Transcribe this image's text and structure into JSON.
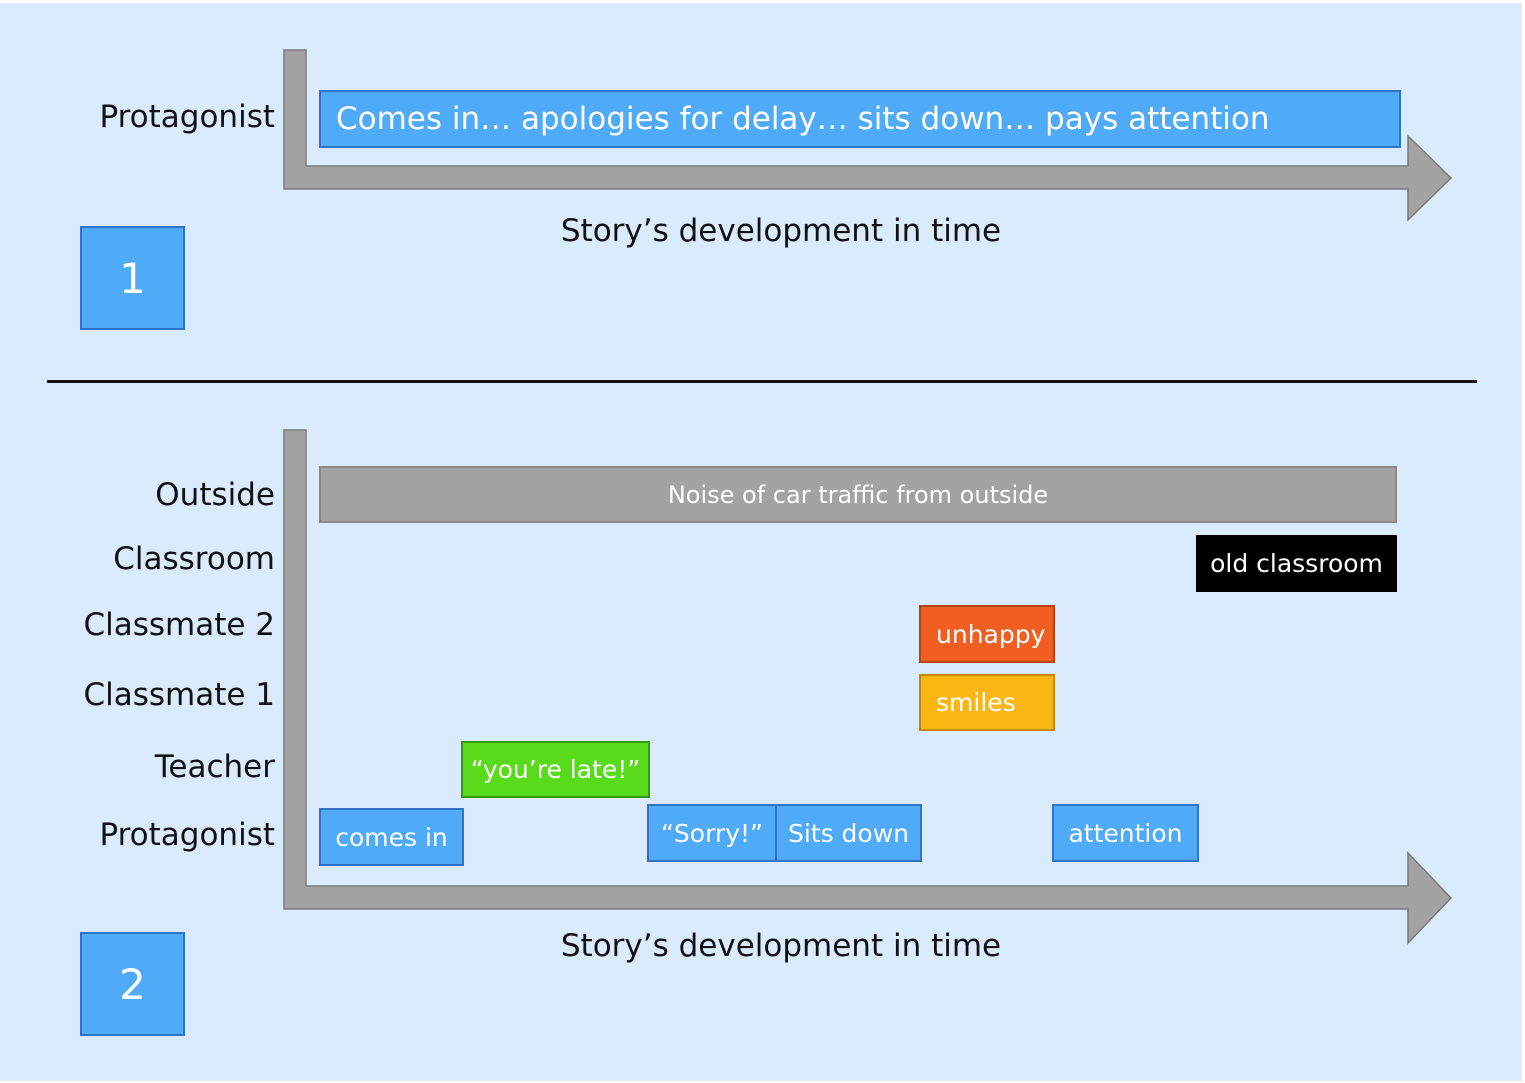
{
  "colors": {
    "background": "#d9ebfd",
    "axis": "#a3a3a3",
    "blue": "#4faaf7",
    "gray_bar": "#a3a3a3",
    "black_bar": "#000000",
    "green": "#57db1b",
    "orange": "#f15e22",
    "yellow": "#fbb613"
  },
  "panel1": {
    "number": "1",
    "axis_caption": "Story’s development in time",
    "rows": [
      "Protagonist"
    ],
    "events": [
      {
        "row": "Protagonist",
        "text": "Comes in… apologies for delay… sits down… pays attention",
        "color": "blue"
      }
    ]
  },
  "panel2": {
    "number": "2",
    "axis_caption": "Story’s development in time",
    "rows": [
      "Outside",
      "Classroom",
      "Classmate 2",
      "Classmate 1",
      "Teacher",
      "Protagonist"
    ],
    "events": [
      {
        "row": "Outside",
        "text": "Noise of car traffic from outside",
        "color": "gray"
      },
      {
        "row": "Classroom",
        "text": "old classroom",
        "color": "black"
      },
      {
        "row": "Classmate 2",
        "text": "unhappy",
        "color": "orange"
      },
      {
        "row": "Classmate 1",
        "text": "smiles",
        "color": "yellow"
      },
      {
        "row": "Teacher",
        "text": "“you’re late!”",
        "color": "green"
      },
      {
        "row": "Protagonist",
        "text": "comes in",
        "color": "blue"
      },
      {
        "row": "Protagonist",
        "text": "“Sorry!”",
        "color": "blue"
      },
      {
        "row": "Protagonist",
        "text": "Sits down",
        "color": "blue"
      },
      {
        "row": "Protagonist",
        "text": "attention",
        "color": "blue"
      }
    ]
  }
}
